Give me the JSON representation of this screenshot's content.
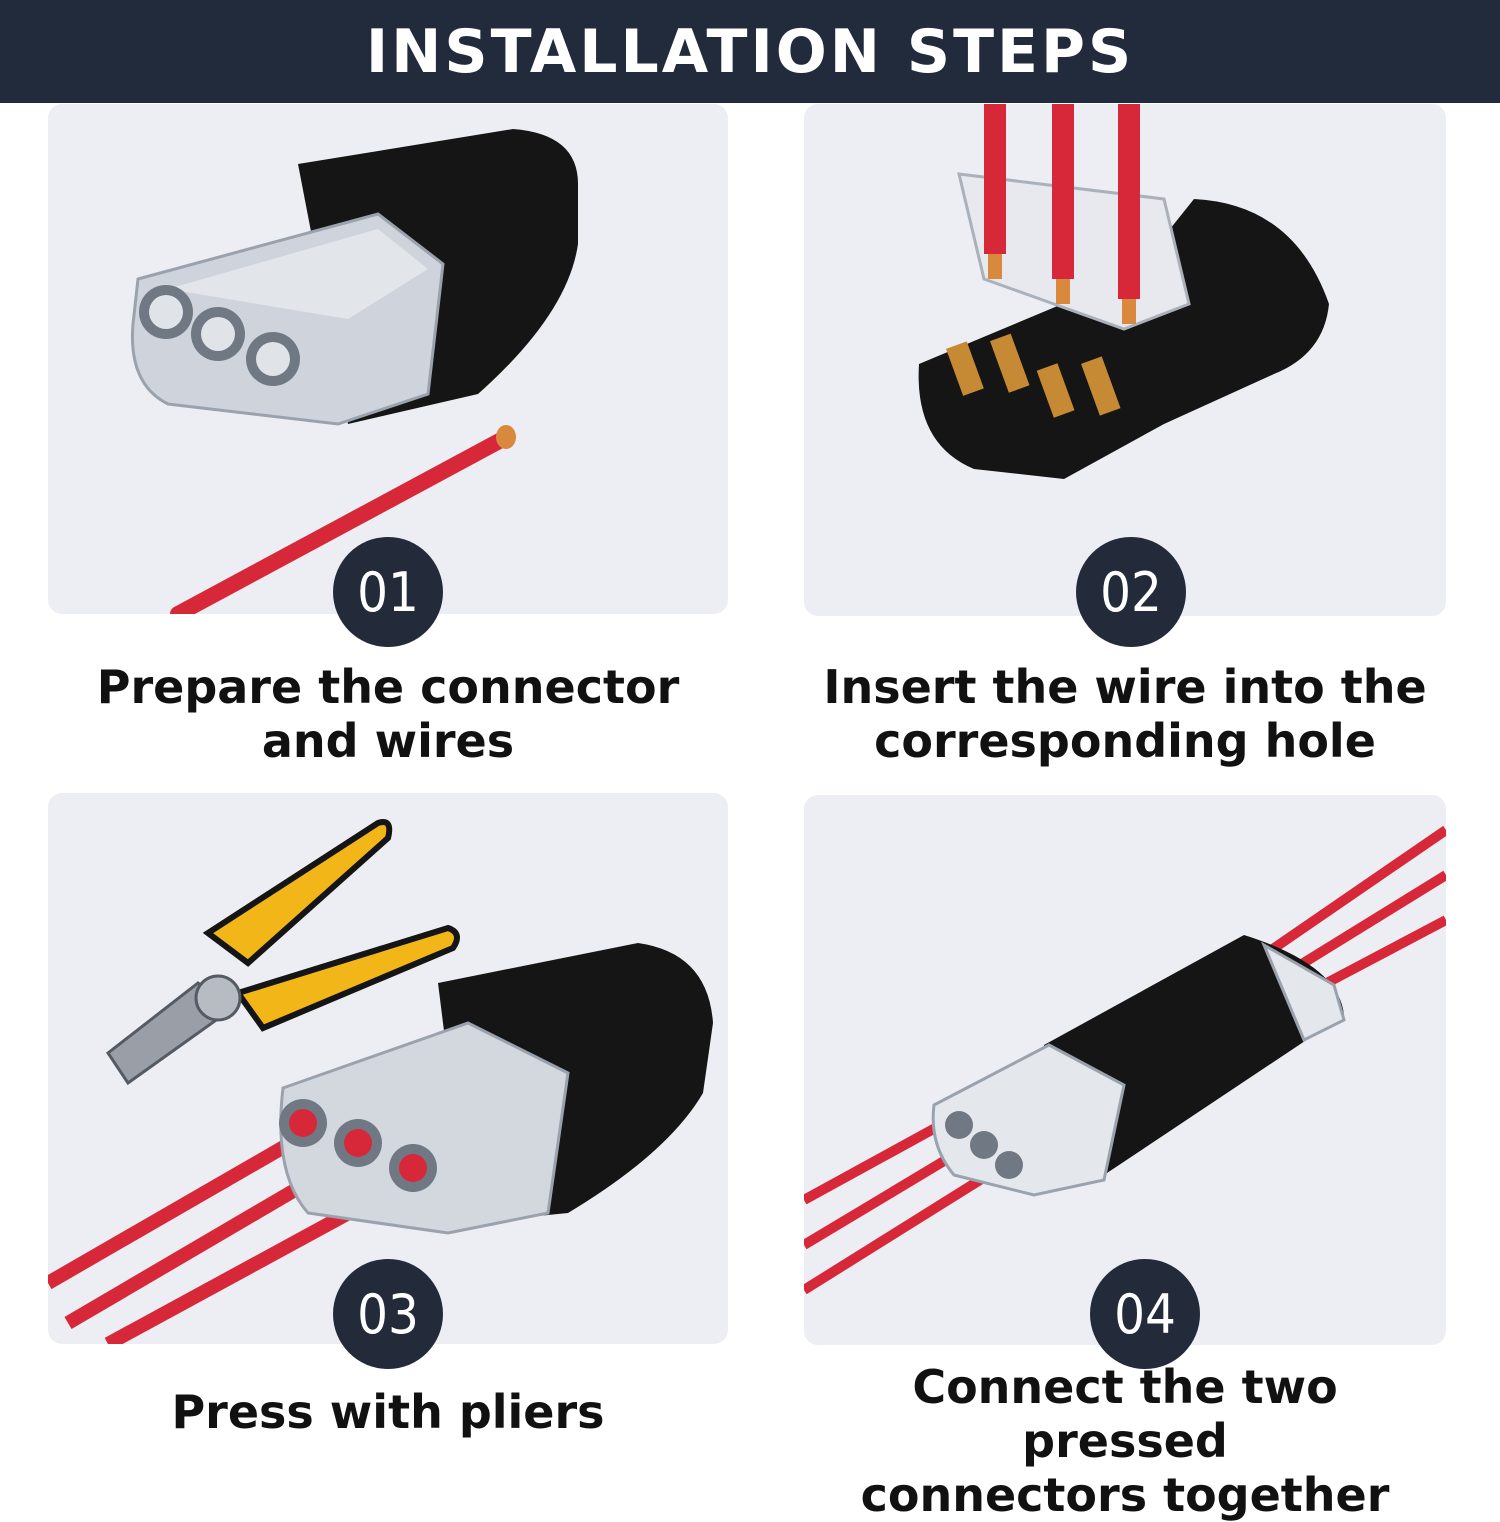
{
  "header": {
    "title": "INSTALLATION STEPS"
  },
  "colors": {
    "header_bg": "#222b3c",
    "panel_bg": "#eceef3",
    "badge_bg": "#232b3b",
    "wire_red": "#d7283a",
    "connector_black": "#151515",
    "plier_yellow": "#f2b618"
  },
  "steps": [
    {
      "number": "01",
      "caption_line1": "Prepare the connector",
      "caption_line2": "and wires"
    },
    {
      "number": "02",
      "caption_line1": "Insert the wire into the",
      "caption_line2": "corresponding hole"
    },
    {
      "number": "03",
      "caption_line1": "Press with pliers",
      "caption_line2": ""
    },
    {
      "number": "04",
      "caption_line1": "Connect the two pressed",
      "caption_line2": "connectors together"
    }
  ]
}
